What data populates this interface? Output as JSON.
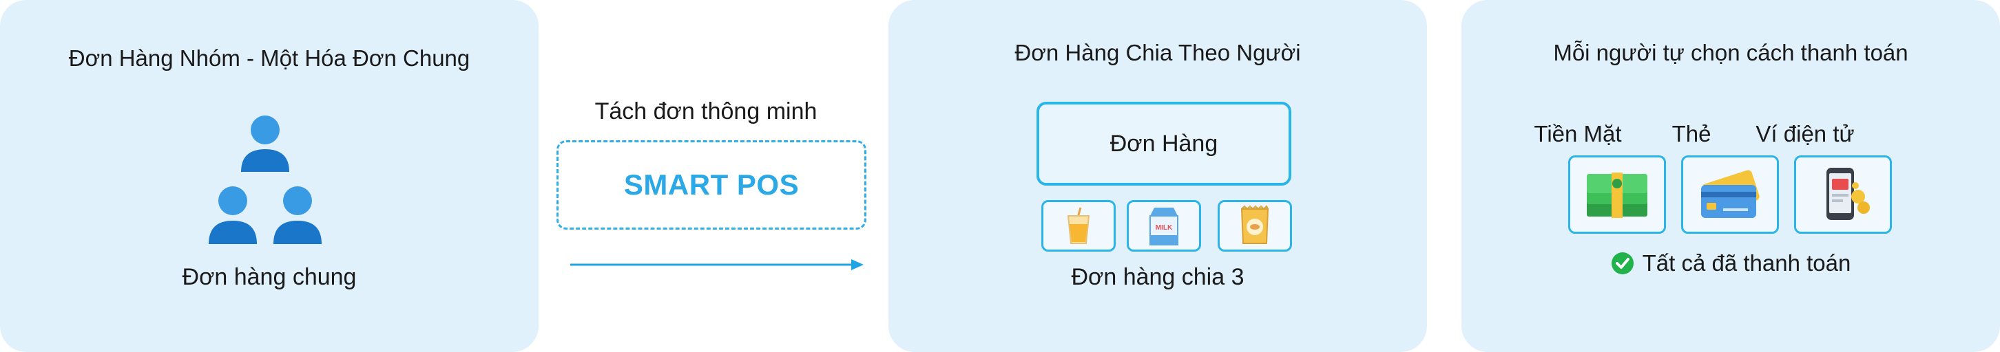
{
  "group_order": {
    "title": "Đơn Hàng Nhóm - Một Hóa Đơn Chung",
    "caption": "Đơn hàng chung",
    "icon": "people-group-icon"
  },
  "middle": {
    "label": "Tách đơn thông minh",
    "box_text": "SMART POS",
    "arrow_icon": "arrow-right-icon"
  },
  "split_order": {
    "title": "Đơn Hàng Chia Theo Người",
    "order_label": "Đơn Hàng",
    "items": [
      {
        "icon": "juice-cup-icon"
      },
      {
        "icon": "milk-carton-icon",
        "text": "MILK"
      },
      {
        "icon": "snack-bag-icon"
      }
    ],
    "caption": "Đơn hàng chia 3"
  },
  "payment": {
    "title": "Mỗi người tự chọn cách thanh toán",
    "methods": [
      {
        "label": "Tiền Mặt",
        "icon": "cash-icon"
      },
      {
        "label": "Thẻ",
        "icon": "credit-card-icon"
      },
      {
        "label": "Ví điện tử",
        "icon": "e-wallet-phone-icon"
      }
    ],
    "status": "Tất cả đã thanh toán",
    "status_icon": "check-circle-icon"
  },
  "colors": {
    "panel_bg": "#e1f1fc",
    "accent": "#2aa9e6",
    "person_blue": "#1a7fd0",
    "check_green": "#22b24c"
  }
}
